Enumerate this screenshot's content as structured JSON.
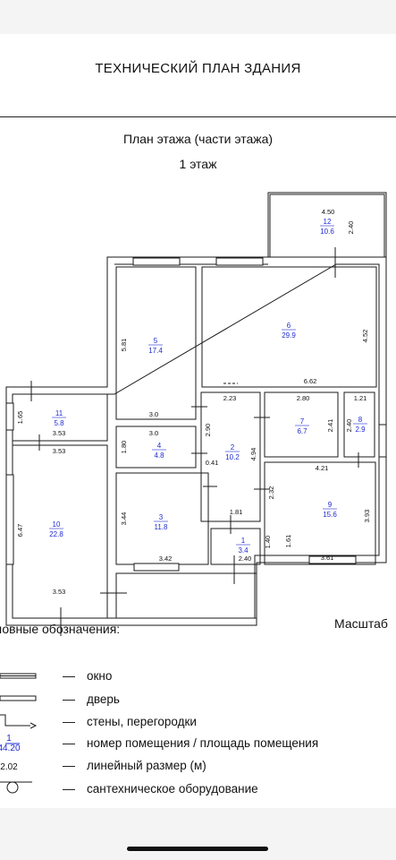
{
  "header": {
    "title": "ТЕХНИЧЕСКИЙ ПЛАН ЗДАНИЯ",
    "subtitle": "План этажа (части этажа)",
    "floor": "1 этаж"
  },
  "rooms": [
    {
      "number": "1",
      "area": "3.4"
    },
    {
      "number": "2",
      "area": "10.2"
    },
    {
      "number": "3",
      "area": "11.8"
    },
    {
      "number": "4",
      "area": "4.8"
    },
    {
      "number": "5",
      "area": "17.4"
    },
    {
      "number": "6",
      "area": "29.9"
    },
    {
      "number": "7",
      "area": "6.7"
    },
    {
      "number": "8",
      "area": "2.9"
    },
    {
      "number": "9",
      "area": "15.6"
    },
    {
      "number": "10",
      "area": "22.8"
    },
    {
      "number": "11",
      "area": "5.8"
    },
    {
      "number": "12",
      "area": "10.6"
    }
  ],
  "dimensions": {
    "r12_w": "4.50",
    "r12_h": "2.40",
    "r6_w": "6.62",
    "r6_h": "4.52",
    "r5_w": "3.0",
    "r5_h": "5.81",
    "r4_w": "3.0",
    "r4_h": "1.80",
    "r2_w": "2.23",
    "r2_h1": "2.90",
    "r2_h2": "4.94",
    "r2_w2": "0.41",
    "r7_w": "2.80",
    "r7_h": "2.41",
    "r8_w": "1.21",
    "r8_h": "2.40",
    "r9_w": "4.21",
    "r9_w2": "3.61",
    "r9_h": "3.93",
    "r9_h2": "2.32",
    "r9_h3": "1.61",
    "r3_w": "3.42",
    "r3_h": "3.44",
    "r1_w": "2.40",
    "r1_w2": "1.81",
    "r1_h": "1.40",
    "r11_w": "3.53",
    "r11_h": "1.65",
    "r10_w": "3.53",
    "r10_w2": "3.53",
    "r10_h": "6.47"
  },
  "legend": {
    "title": "ловные обозначения:",
    "scale_label": "Масштаб",
    "sample_number": "1",
    "sample_area": "44.20",
    "sample_dim": "2.02",
    "items": [
      {
        "icon": "window-symbol-icon",
        "label": "окно"
      },
      {
        "icon": "door-symbol-icon",
        "label": "дверь"
      },
      {
        "icon": "wall-symbol-icon",
        "label": "стены, перегородки"
      },
      {
        "icon": "room-number-symbol-icon",
        "label": "номер помещения / площадь помещения"
      },
      {
        "icon": "dimension-symbol-icon",
        "label": "линейный размер (м)"
      },
      {
        "icon": "plumbing-symbol-icon",
        "label": "сантехническое оборудование"
      }
    ]
  },
  "colors": {
    "wall": "#1a1a1a",
    "room_label": "#1f2bd1",
    "page_bg": "#f4f4f5",
    "sheet_bg": "#ffffff"
  }
}
